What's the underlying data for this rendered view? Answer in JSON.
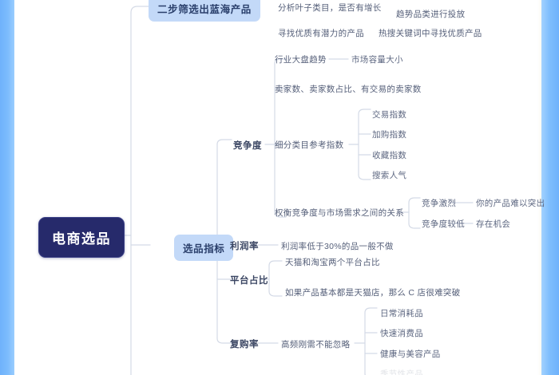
{
  "diagram": {
    "type": "mindmap",
    "title": "电商选品",
    "colors": {
      "root_bg": "#262a6b",
      "root_text": "#ffffff",
      "branch_bg": "#c3d9f8",
      "branch_text": "#2a3f6b",
      "line": "#d2d8e4",
      "edge_bar": "#7cbcfd",
      "text": "#555f79"
    }
  },
  "root": {
    "label": "电商选品"
  },
  "branches": {
    "screening": {
      "label": "二步筛选出蓝海产品",
      "children": [
        {
          "label": "分析叶子类目，是否有增长",
          "children": [
            {
              "label": "趋势品类进行投放"
            }
          ]
        },
        {
          "label": "寻找优质有潜力的产品",
          "children": [
            {
              "label": "热搜关键词中寻找优质产品"
            }
          ]
        }
      ]
    },
    "indicators": {
      "label": "选品指标",
      "children": [
        {
          "label": "竞争度",
          "children": [
            {
              "label": "行业大盘趋势",
              "children": [
                {
                  "label": "市场容量大小"
                }
              ]
            },
            {
              "label": "卖家数、卖家数占比、有交易的卖家数",
              "children": []
            },
            {
              "label": "细分类目参考指数",
              "children": [
                {
                  "label": "交易指数"
                },
                {
                  "label": "加购指数"
                },
                {
                  "label": "收藏指数"
                },
                {
                  "label": "搜索人气"
                }
              ]
            },
            {
              "label": "权衡竞争度与市场需求之间的关系",
              "children": [
                {
                  "label": "竞争激烈",
                  "leaf": "你的产品难以突出"
                },
                {
                  "label": "竞争度较低",
                  "leaf": "存在机会"
                }
              ]
            }
          ]
        },
        {
          "label": "利润率",
          "children": [
            {
              "label": "利润率低于30%的品一般不做"
            }
          ]
        },
        {
          "label": "平台占比",
          "children": [
            {
              "label": "天猫和淘宝两个平台占比"
            },
            {
              "label": "如果产品基本都是天猫店，那么 C 店很难突破"
            }
          ]
        },
        {
          "label": "复购率",
          "children": [
            {
              "label": "高频刚需不能忽略",
              "children": [
                {
                  "label": "日常消耗品"
                },
                {
                  "label": "快速消费品"
                },
                {
                  "label": "健康与美容产品"
                },
                {
                  "label": "季节性产品"
                }
              ]
            }
          ]
        }
      ]
    }
  }
}
